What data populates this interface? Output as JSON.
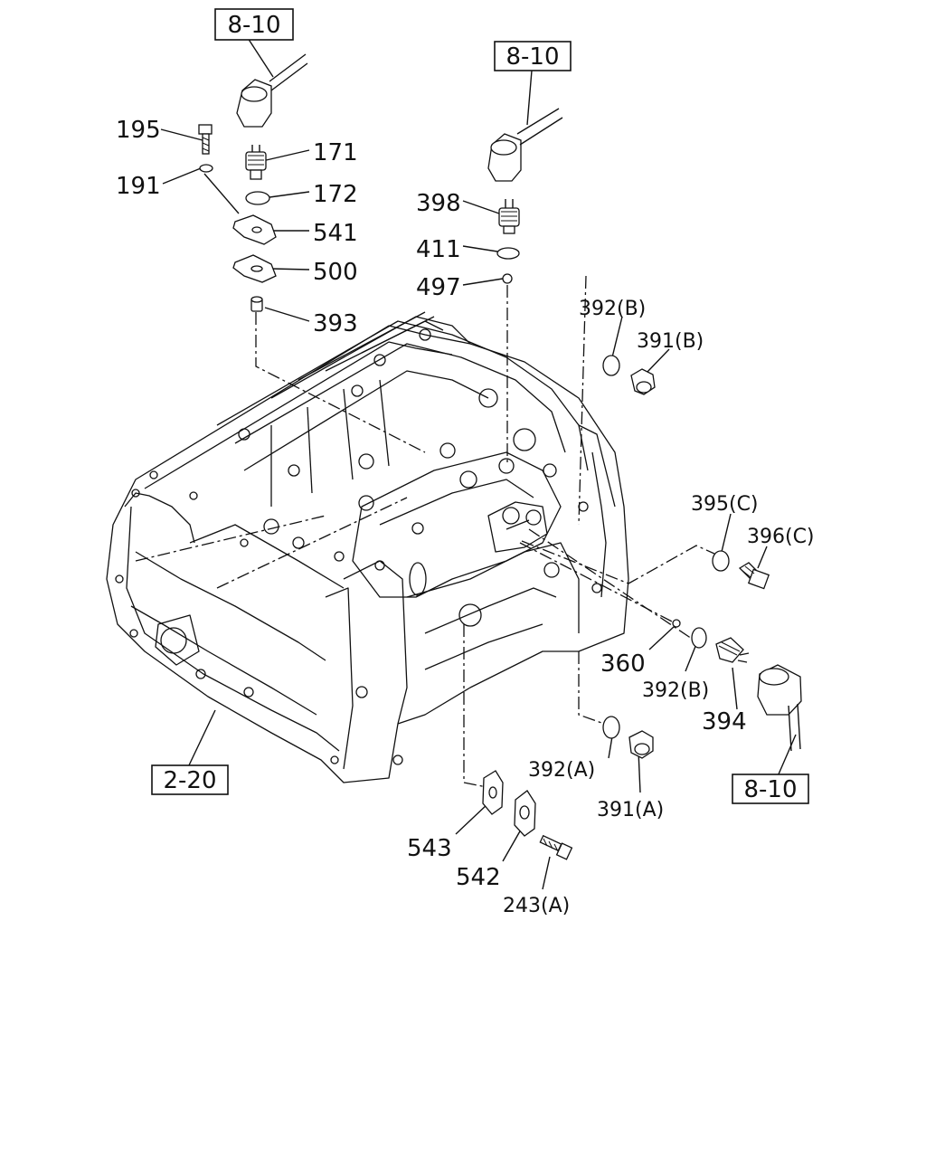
{
  "colors": {
    "ink": "#111111",
    "background": "#ffffff"
  },
  "references": [
    {
      "id": "ref-top-left",
      "text": "8-10"
    },
    {
      "id": "ref-top-center",
      "text": "8-10"
    },
    {
      "id": "ref-bottom-right",
      "text": "8-10"
    },
    {
      "id": "ref-bottom-left",
      "text": "2-20"
    }
  ],
  "callouts": [
    {
      "id": "195",
      "text": "195"
    },
    {
      "id": "171",
      "text": "171"
    },
    {
      "id": "191",
      "text": "191"
    },
    {
      "id": "172",
      "text": "172"
    },
    {
      "id": "541",
      "text": "541"
    },
    {
      "id": "500",
      "text": "500"
    },
    {
      "id": "393",
      "text": "393"
    },
    {
      "id": "398",
      "text": "398"
    },
    {
      "id": "411",
      "text": "411"
    },
    {
      "id": "497",
      "text": "497"
    },
    {
      "id": "392b-top",
      "text": "392(B)"
    },
    {
      "id": "391b",
      "text": "391(B)"
    },
    {
      "id": "395c",
      "text": "395(C)"
    },
    {
      "id": "396c",
      "text": "396(C)"
    },
    {
      "id": "360",
      "text": "360"
    },
    {
      "id": "392b-right",
      "text": "392(B)"
    },
    {
      "id": "394",
      "text": "394"
    },
    {
      "id": "392a",
      "text": "392(A)"
    },
    {
      "id": "391a",
      "text": "391(A)"
    },
    {
      "id": "543",
      "text": "543"
    },
    {
      "id": "542",
      "text": "542"
    },
    {
      "id": "243a",
      "text": "243(A)"
    }
  ]
}
